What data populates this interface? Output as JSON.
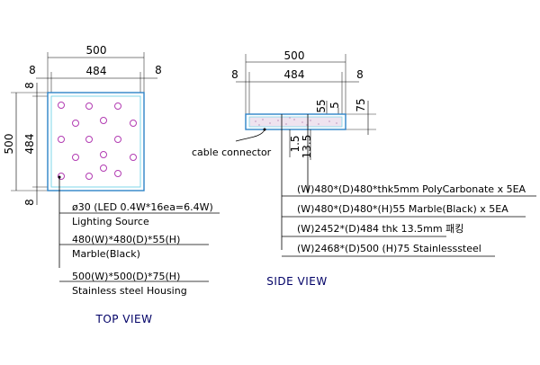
{
  "colors": {
    "outline": "#2d84c8",
    "inner_outline": "#7fd7ea",
    "led": "#b23cb2",
    "hatch": "#c8a3c8",
    "title": "#000066",
    "line": "#000000"
  },
  "top_view": {
    "title": "TOP VIEW",
    "dim_overall_width": "500",
    "dim_inner_width": "484",
    "dim_left_margin": "8",
    "dim_right_margin": "8",
    "dim_overall_height": "500",
    "dim_inner_height": "484",
    "dim_top_margin": "8",
    "dim_bottom_margin": "8",
    "notes": [
      {
        "line1": "ø30 (LED 0.4W*16ea=6.4W)",
        "line2": "Lighting Source"
      },
      {
        "line1": "480(W)*480(D)*55(H)",
        "line2": "Marble(Black)"
      },
      {
        "line1": "500(W)*500(D)*75(H)",
        "line2": "Stainless steel Housing"
      }
    ]
  },
  "side_view": {
    "title": "SIDE VIEW",
    "dim_overall_width": "500",
    "dim_inner_width": "484",
    "dim_left_margin": "8",
    "dim_right_margin": "8",
    "dim_height_75": "75",
    "dim_height_55": "55",
    "dim_height_5": "5",
    "dim_1_5": "1.5",
    "dim_13_5": "13.5",
    "cable_label": "cable connector",
    "notes": [
      "(W)480*(D)480*thk5mm PolyCarbonate  x 5EA",
      "(W)480*(D)480*(H)55 Marble(Black) x 5EA",
      "(W)2452*(D)484 thk 13.5mm 패킹",
      "(W)2468*(D)500 (H)75 Stainlesssteel"
    ]
  }
}
